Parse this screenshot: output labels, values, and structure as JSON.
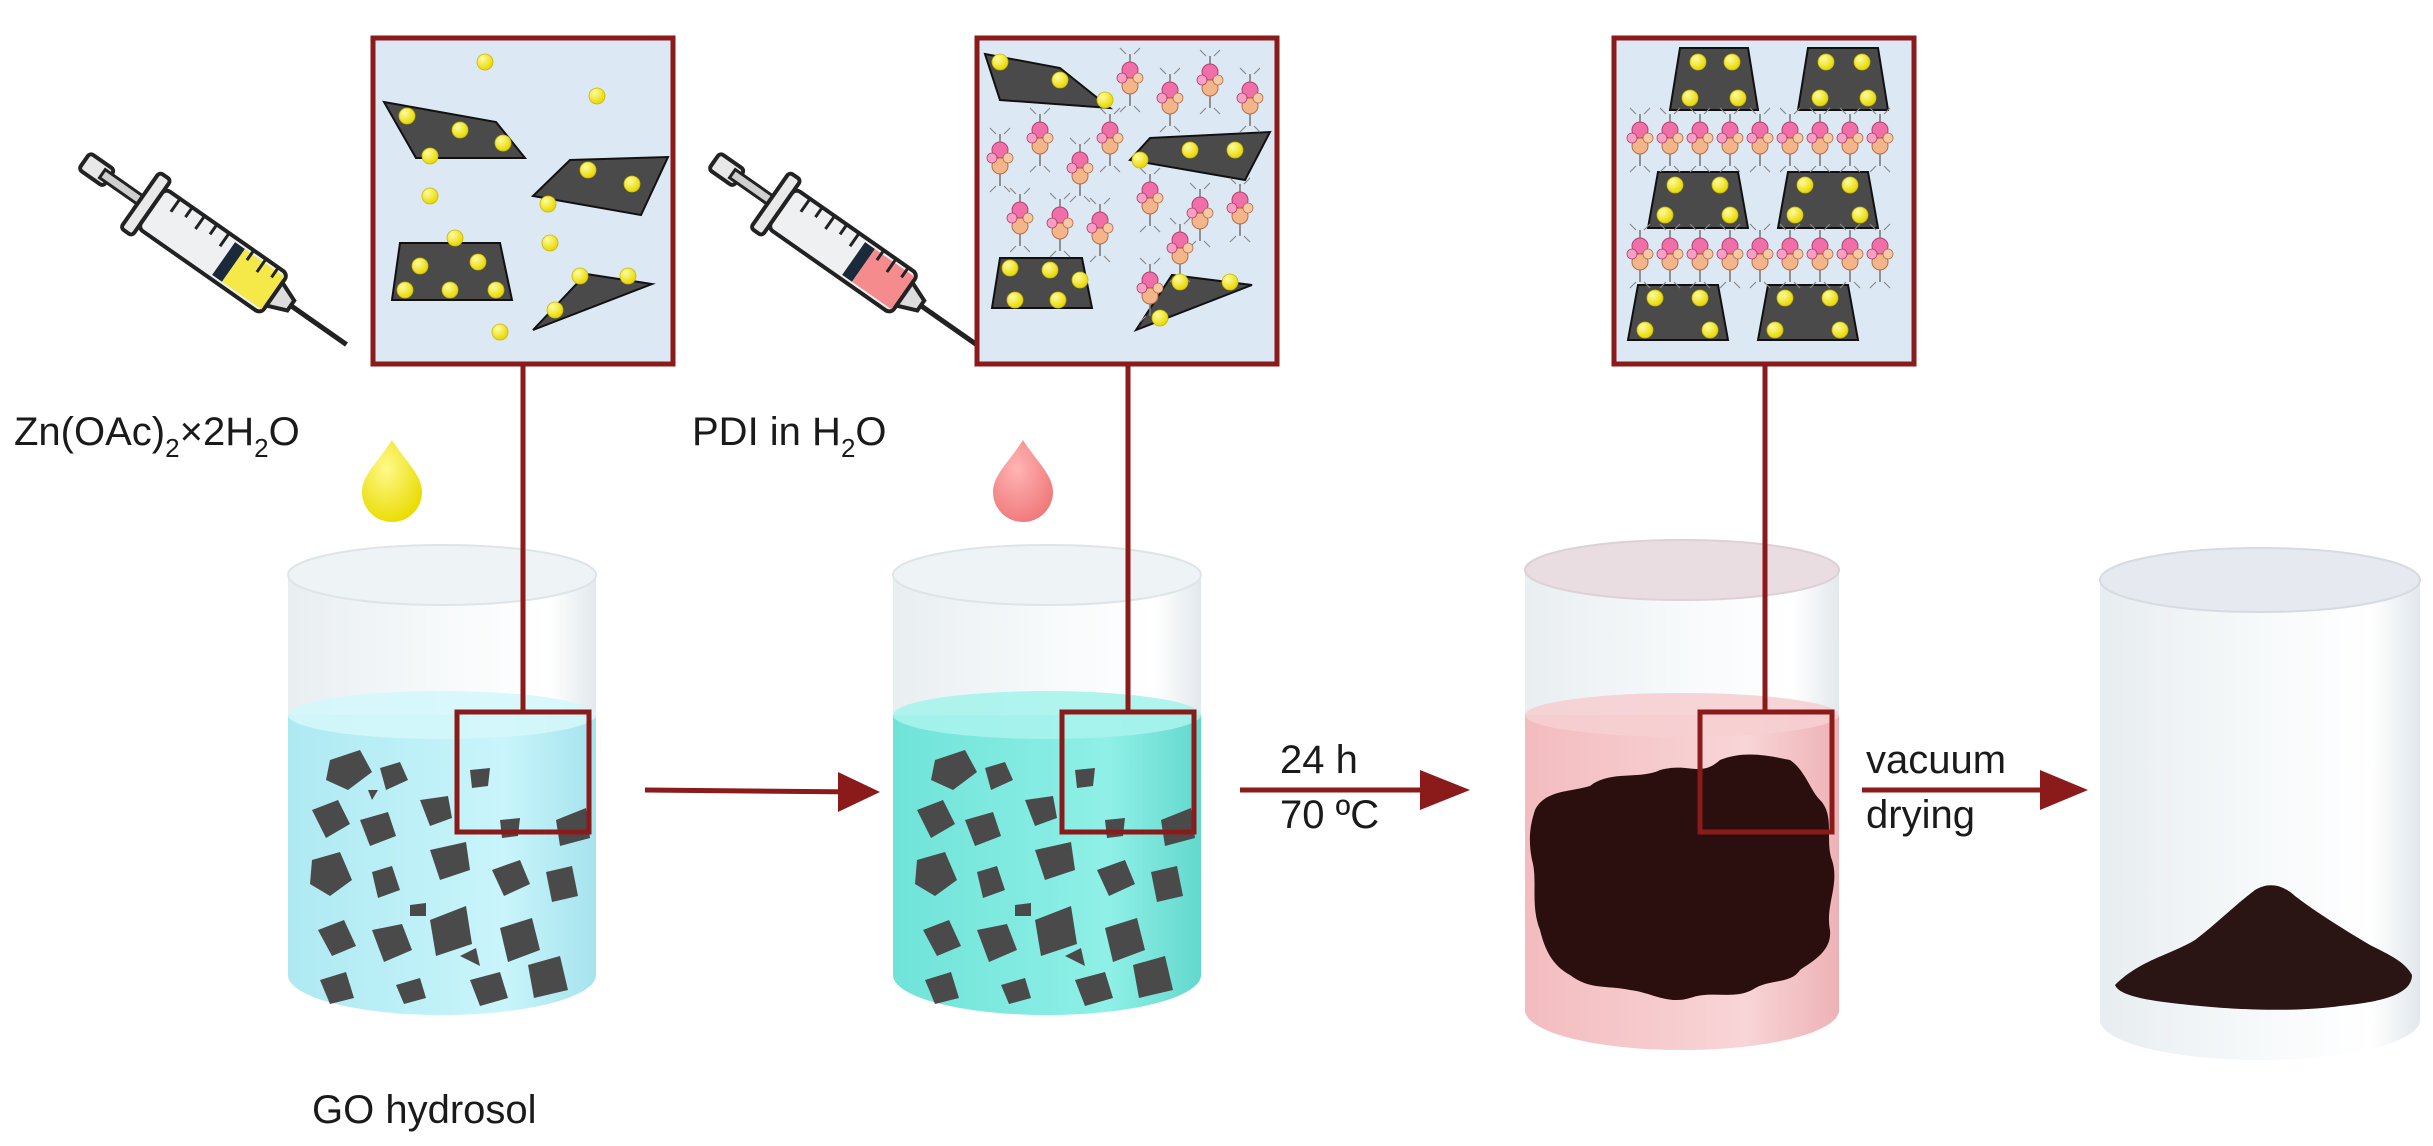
{
  "labels": {
    "zinc_reagent": {
      "base": "Zn(OAc)",
      "sub1": "2",
      "mid": "×2H",
      "sub2": "2",
      "end": "O"
    },
    "pdi_reagent": {
      "base": "PDI in H",
      "sub": "2",
      "end": "O"
    },
    "go_hydrosol": "GO hydrosol",
    "step3_time": "24 h",
    "step3_temp": "70 ºC",
    "step4_line1": "vacuum",
    "step4_line2": "drying"
  },
  "colors": {
    "frame": "#8b1a1a",
    "arrow": "#8b1a1a",
    "zinc": "#f2e600",
    "graphene_oxide": "#4a4a4a",
    "hydrosol": "#bff0f7",
    "mixture": "#7fe9e0",
    "pink_solution": "#f4c6c8",
    "product": "#2a1010",
    "inset_background": "#dde8f5",
    "pdi_pink": "#f06fa8",
    "pdi_peach": "#f4b58a"
  },
  "icons": [
    "syringe-yellow-icon",
    "syringe-pink-icon",
    "drop-yellow-icon",
    "drop-pink-icon"
  ]
}
